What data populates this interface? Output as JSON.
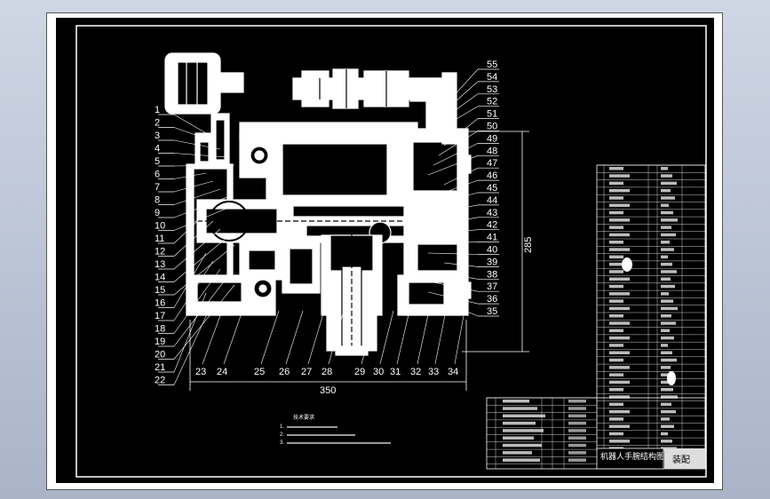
{
  "left_labels": [
    "1",
    "2",
    "3",
    "4",
    "5",
    "6",
    "7",
    "8",
    "9",
    "10",
    "11",
    "12",
    "13",
    "14",
    "15",
    "16",
    "17",
    "18",
    "19",
    "20",
    "21",
    "22"
  ],
  "bottom_labels": [
    "23",
    "24",
    "25",
    "26",
    "27",
    "28",
    "29",
    "30",
    "31",
    "32",
    "33",
    "34"
  ],
  "right_labels": [
    "55",
    "54",
    "53",
    "52",
    "51",
    "50",
    "49",
    "48",
    "47",
    "46",
    "45",
    "44",
    "43",
    "42",
    "41",
    "40",
    "39",
    "38",
    "37",
    "36",
    "35"
  ],
  "dimensions": {
    "height": "285",
    "width": "350"
  },
  "tech_requirements": {
    "heading": "技术要求",
    "items": [
      "1.",
      "2.",
      "3."
    ]
  },
  "title_block": {
    "drawing_title": "机器人手腕结构图",
    "stamp": "装配"
  },
  "colors": {
    "background": "#000000",
    "lines": "#ffffff",
    "frame": "#ffffff"
  }
}
